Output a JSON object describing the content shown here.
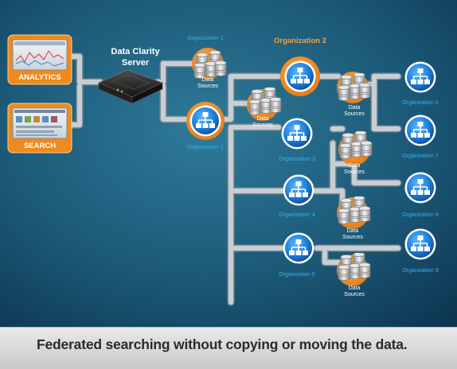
{
  "apps": {
    "analytics_label": "ANALYTICS",
    "search_label": "SEARCH"
  },
  "server": {
    "line1": "Data Clarity",
    "line2": "Server"
  },
  "organizations": {
    "org1_top": "Organization 1",
    "org1_bottom": "Organization 1",
    "org2": "Organization 2",
    "org3": "Organization 3",
    "org4": "Organization 4",
    "org5": "Organization 5",
    "org6": "Organization 6",
    "org7": "Organization 7",
    "org8": "Organization 8",
    "org9": "Organization 9"
  },
  "data_sources": {
    "line1": "Data",
    "line2": "Sources"
  },
  "caption": "Federated searching without copying or moving the data.",
  "colors": {
    "background_center": "#2f7a99",
    "background_edge": "#0d3550",
    "pipe": "#b9c3c9",
    "accent_orange": "#f08a1c",
    "org_blue": "#1e7fd8",
    "org_label": "#2fb3f0",
    "org2_label": "#f6a23a",
    "caption_text": "#2b2b2b"
  }
}
